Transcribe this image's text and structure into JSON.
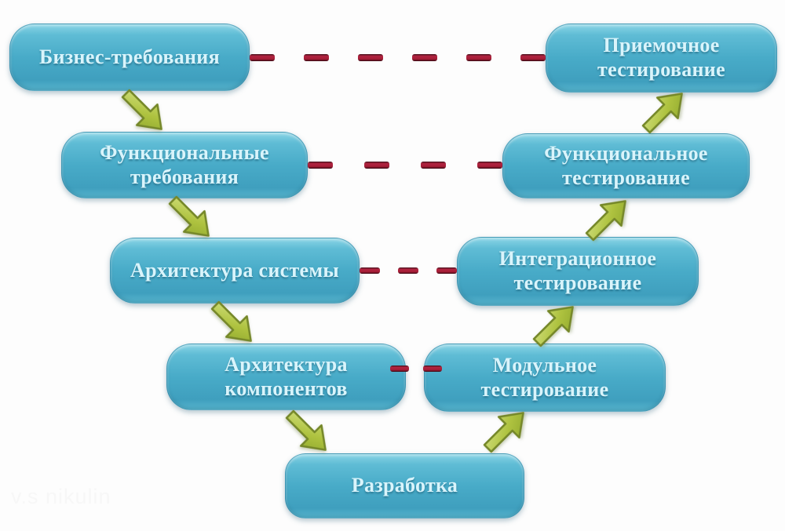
{
  "nodes": {
    "business_requirements": {
      "label": "Бизнес-требования"
    },
    "acceptance_testing": {
      "label": "Приемочное тестирование"
    },
    "functional_requirements": {
      "label": "Функциональные требования"
    },
    "functional_testing": {
      "label": "Функциональное тестирование"
    },
    "system_architecture": {
      "label": "Архитектура системы"
    },
    "integration_testing": {
      "label": "Интеграционное тестирование"
    },
    "component_architecture": {
      "label": "Архитектура компонентов"
    },
    "module_testing": {
      "label": "Модульное тестирование"
    },
    "development": {
      "label": "Разработка"
    }
  },
  "icons": {
    "down_right_arrow": "↘",
    "up_right_arrow": "↗"
  },
  "colors": {
    "node_fill_top": "#8ad5e6",
    "node_fill_bottom": "#3f9fbe",
    "node_text": "#d9f4fb",
    "dash_red": "#a51d36",
    "arrow_green": "#a8bd3c",
    "background": "#fdfdfd"
  },
  "watermark": {
    "text": "v.s nikulin"
  }
}
